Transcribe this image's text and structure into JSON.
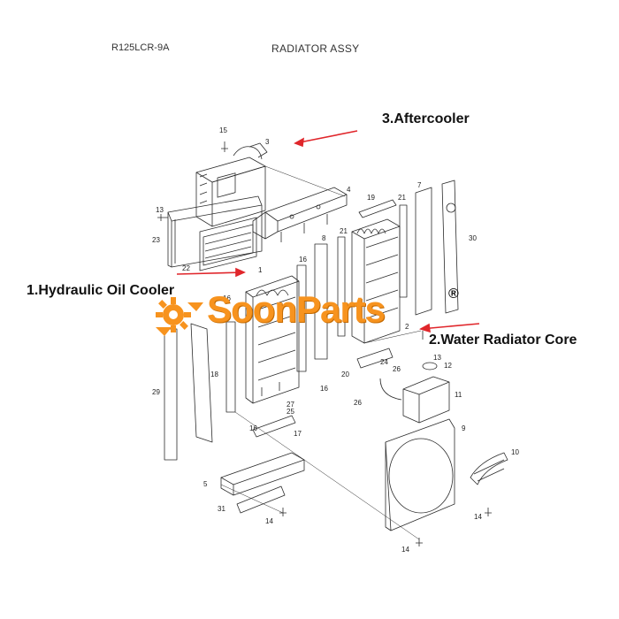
{
  "header": {
    "model": "R125LCR-9A",
    "title": "RADIATOR ASSY"
  },
  "callouts": {
    "aftercooler": "3.Aftercooler",
    "hydraulic_oil_cooler": "1.Hydraulic Oil Cooler",
    "water_radiator_core": "2.Water Radiator Core"
  },
  "watermark": {
    "brand": "SoonParts",
    "registered": "®"
  },
  "part_numbers": {
    "p1": "1",
    "p2": "2",
    "p3": "3",
    "p4": "4",
    "p5": "5",
    "p7": "7",
    "p8": "8",
    "p9": "9",
    "p10": "10",
    "p11": "11",
    "p12": "12",
    "p13a": "13",
    "p13b": "13",
    "p14a": "14",
    "p14b": "14",
    "p14c": "14",
    "p15": "15",
    "p16a": "16",
    "p16b": "16",
    "p16c": "16",
    "p16d": "16",
    "p17": "17",
    "p18": "18",
    "p19": "19",
    "p20": "20",
    "p21a": "21",
    "p21b": "21",
    "p22": "22",
    "p23": "23",
    "p24": "24",
    "p25": "25",
    "p26a": "26",
    "p26b": "26",
    "p27": "27",
    "p29": "29",
    "p30": "30",
    "p31": "31"
  },
  "colors": {
    "arrow": "#e0262b",
    "brand": "#f7931e",
    "line": "#2b2b2b"
  }
}
